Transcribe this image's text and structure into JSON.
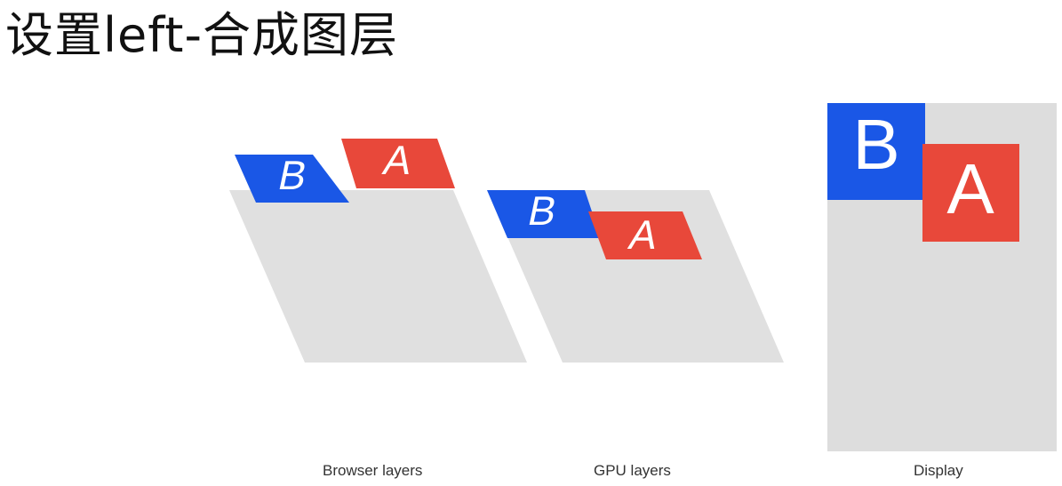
{
  "title": "设置left-合成图层",
  "colors": {
    "base": "#e0e0e0",
    "display_base": "#dddddd",
    "layer_b": "#1a57e6",
    "layer_a": "#e8483a"
  },
  "panels": {
    "browser": {
      "caption": "Browser layers",
      "layer_b": "B",
      "layer_a": "A"
    },
    "gpu": {
      "caption": "GPU layers",
      "layer_b": "B",
      "layer_a": "A"
    },
    "display": {
      "caption": "Display",
      "layer_b": "B",
      "layer_a": "A"
    }
  }
}
